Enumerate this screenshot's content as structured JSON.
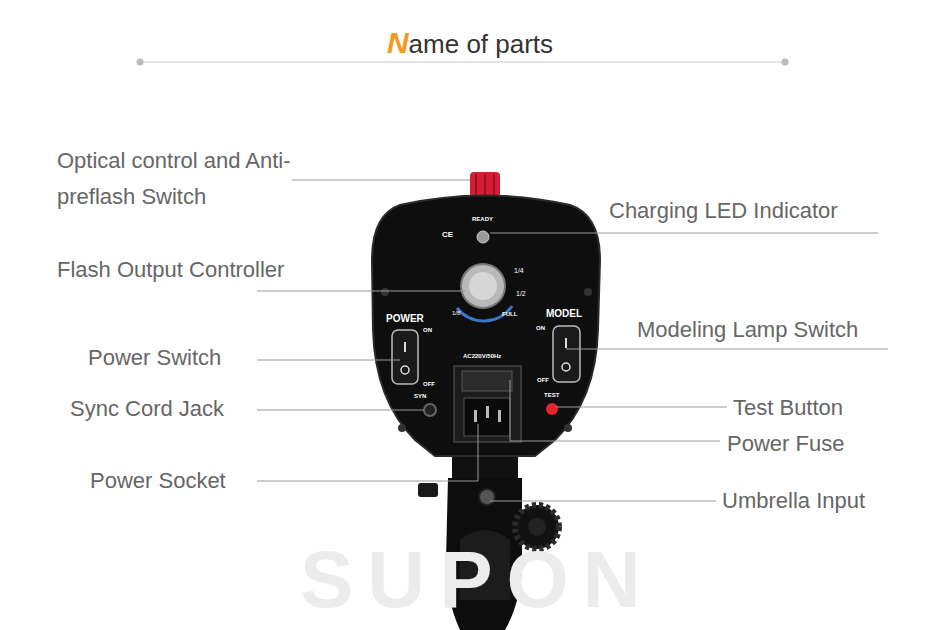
{
  "diagram": {
    "title": "Name of parts",
    "labels": [
      "Optical control and Anti-preflash Switch",
      "Charging LED Indicator",
      "READY",
      "CE",
      "Flash Output Controller",
      "1/4",
      "1/2",
      "1/8",
      "FULL",
      "POWER",
      "MODEL",
      "Modeling Lamp Switch",
      "ON",
      "ON",
      "Power Switch",
      "AC220V/50Hz",
      "OFF",
      "OFF",
      "Sync Cord Jack",
      "SYN",
      "TEST",
      "Test Button",
      "Power Fuse",
      "Power Socket",
      "Umbrella Input",
      "SUPON"
    ]
  }
}
